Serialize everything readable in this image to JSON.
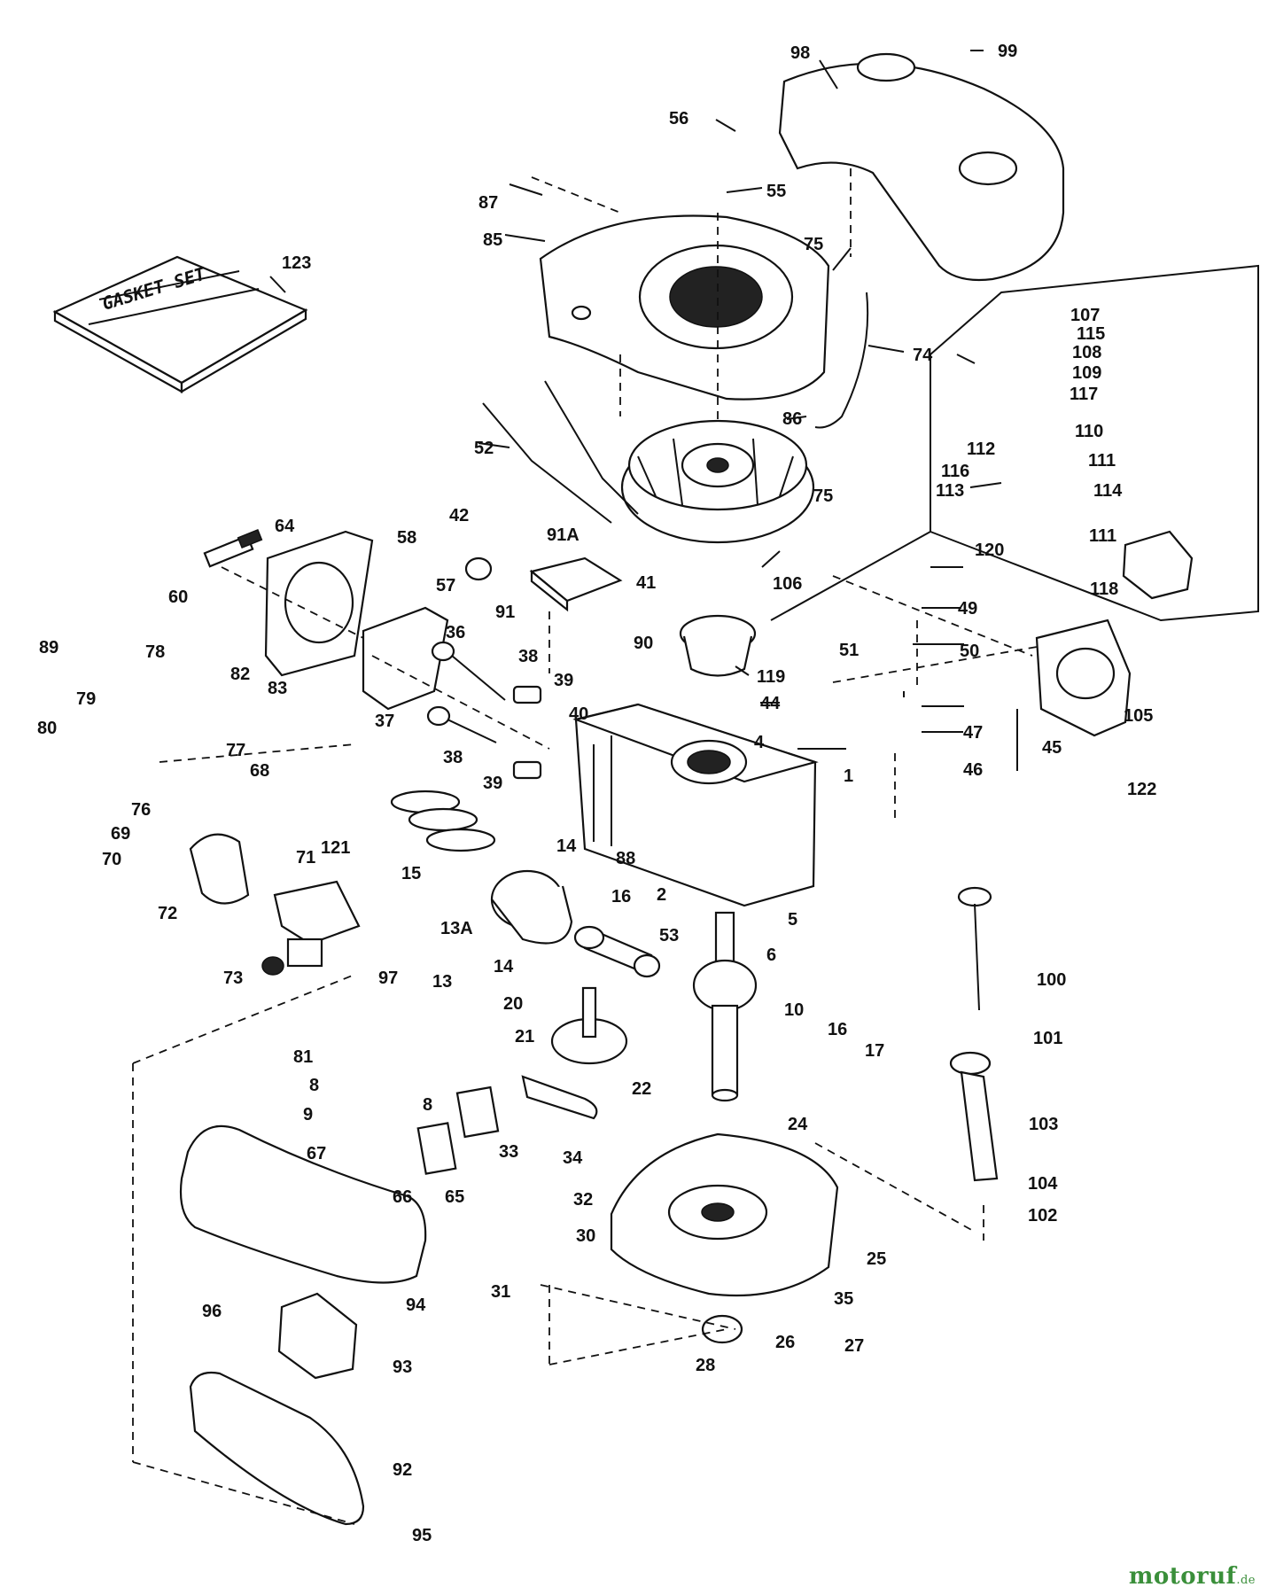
{
  "gasket_set_text": "GASKET SET",
  "watermark": {
    "brand": "motoruf",
    "tld": ".de",
    "color": "#3a8f3a"
  },
  "callouts": [
    "1",
    "2",
    "4",
    "5",
    "6",
    "8",
    "9",
    "10",
    "13",
    "13A",
    "14",
    "15",
    "16",
    "17",
    "20",
    "21",
    "22",
    "24",
    "25",
    "26",
    "27",
    "28",
    "30",
    "31",
    "32",
    "33",
    "34",
    "35",
    "36",
    "37",
    "38",
    "39",
    "40",
    "41",
    "42",
    "44",
    "45",
    "46",
    "47",
    "49",
    "50",
    "51",
    "52",
    "53",
    "55",
    "56",
    "57",
    "58",
    "60",
    "64",
    "65",
    "66",
    "67",
    "68",
    "69",
    "70",
    "71",
    "72",
    "73",
    "74",
    "75",
    "76",
    "77",
    "78",
    "79",
    "80",
    "81",
    "82",
    "83",
    "85",
    "86",
    "87",
    "88",
    "89",
    "90",
    "91",
    "91A",
    "92",
    "93",
    "94",
    "95",
    "96",
    "97",
    "98",
    "99",
    "100",
    "101",
    "102",
    "103",
    "104",
    "105",
    "106",
    "107",
    "108",
    "109",
    "110",
    "111",
    "112",
    "113",
    "114",
    "115",
    "116",
    "117",
    "118",
    "119",
    "120",
    "121",
    "122",
    "123"
  ]
}
